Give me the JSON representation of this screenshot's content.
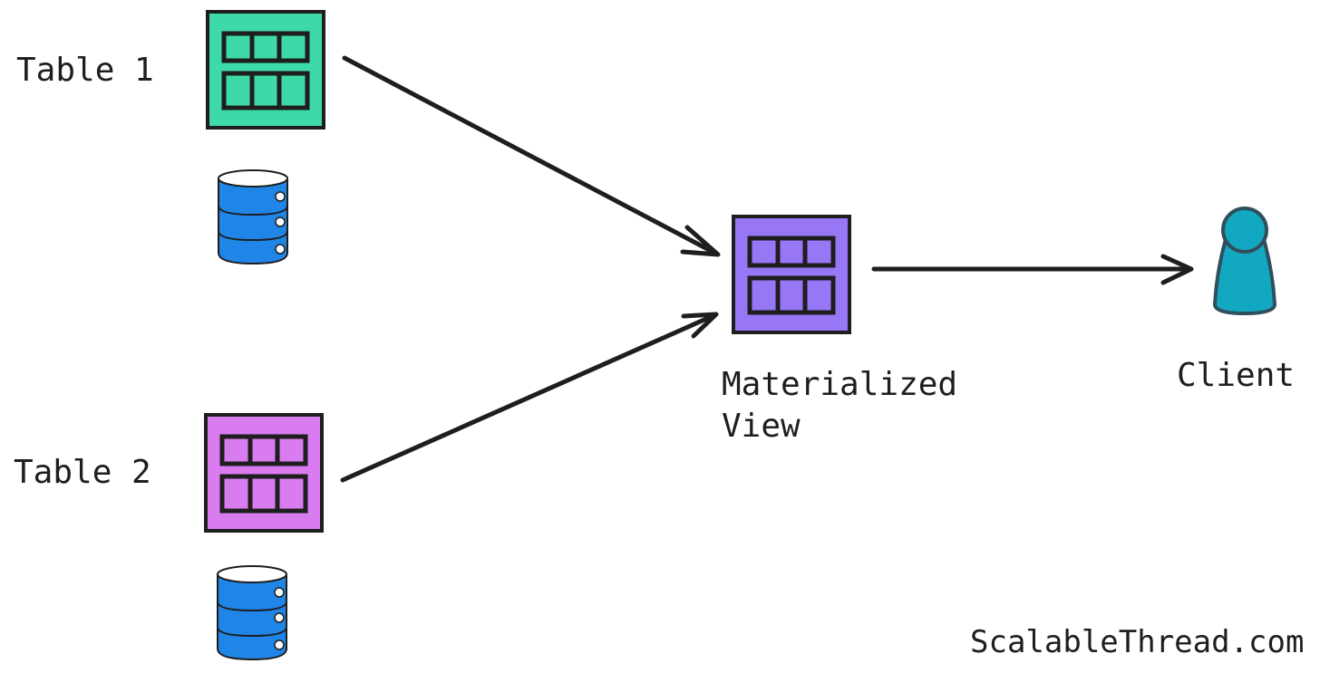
{
  "nodes": {
    "table1": {
      "label": "Table 1",
      "color": "#3dd9a8"
    },
    "table2": {
      "label": "Table 2",
      "color": "#d97cf0"
    },
    "materialized_view": {
      "label_line1": "Materialized",
      "label_line2": "View",
      "color": "#9877f7"
    },
    "client": {
      "label": "Client",
      "color": "#13a8c2"
    }
  },
  "database_color": "#1f86e8",
  "stroke_color": "#1e1e1e",
  "watermark": "ScalableThread.com"
}
